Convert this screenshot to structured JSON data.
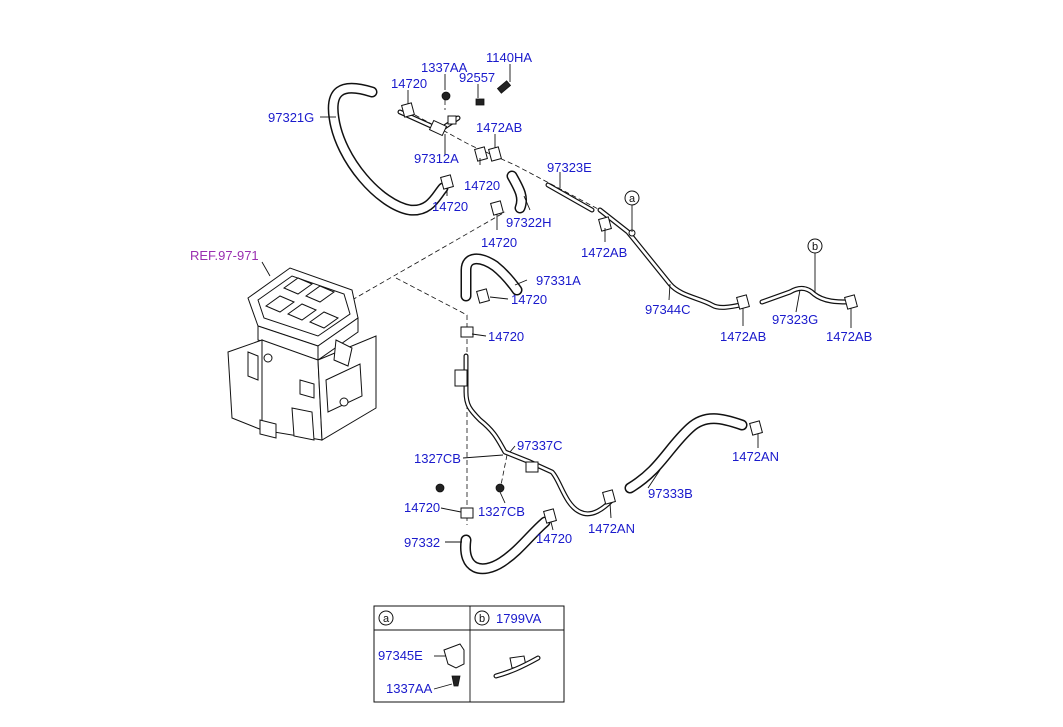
{
  "reference": "REF.97-971",
  "callouts": [
    {
      "id": "1140HA",
      "text": "1140HA"
    },
    {
      "id": "1337AA",
      "text": "1337AA"
    },
    {
      "id": "92557",
      "text": "92557"
    },
    {
      "id": "14720_a",
      "text": "14720"
    },
    {
      "id": "97321G",
      "text": "97321G"
    },
    {
      "id": "1472AB_a",
      "text": "1472AB"
    },
    {
      "id": "97312A",
      "text": "97312A"
    },
    {
      "id": "14720_b",
      "text": "14720"
    },
    {
      "id": "14720_c",
      "text": "14720"
    },
    {
      "id": "97323E",
      "text": "97323E"
    },
    {
      "id": "97322H",
      "text": "97322H"
    },
    {
      "id": "14720_d",
      "text": "14720"
    },
    {
      "id": "1472AB_b",
      "text": "1472AB"
    },
    {
      "id": "97331A",
      "text": "97331A"
    },
    {
      "id": "14720_e",
      "text": "14720"
    },
    {
      "id": "97344C",
      "text": "97344C"
    },
    {
      "id": "97323G",
      "text": "97323G"
    },
    {
      "id": "1472AB_c",
      "text": "1472AB"
    },
    {
      "id": "1472AB_d",
      "text": "1472AB"
    },
    {
      "id": "14720_f",
      "text": "14720"
    },
    {
      "id": "97337C",
      "text": "97337C"
    },
    {
      "id": "1327CB_a",
      "text": "1327CB"
    },
    {
      "id": "1472AN_a",
      "text": "1472AN"
    },
    {
      "id": "97333B",
      "text": "97333B"
    },
    {
      "id": "14720_g",
      "text": "14720"
    },
    {
      "id": "1327CB_b",
      "text": "1327CB"
    },
    {
      "id": "1472AN_b",
      "text": "1472AN"
    },
    {
      "id": "97332",
      "text": "97332"
    },
    {
      "id": "14720_h",
      "text": "14720"
    }
  ],
  "circle_markers": {
    "a": "a",
    "b": "b"
  },
  "legend": {
    "a": {
      "marker": "a",
      "parts": [
        "97345E",
        "1337AA"
      ]
    },
    "b": {
      "marker": "b",
      "part": "1799VA"
    }
  }
}
